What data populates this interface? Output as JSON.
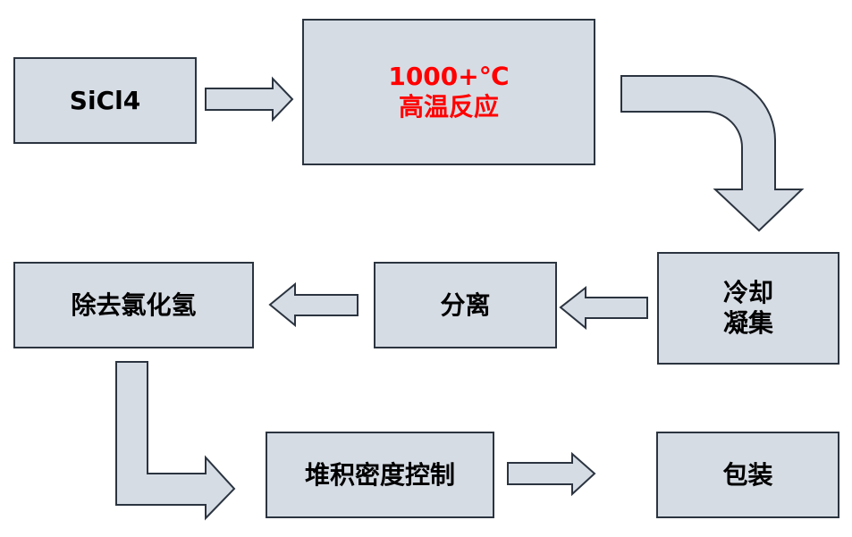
{
  "nodes": {
    "sicl4": "SiCl4",
    "reaction_temp": "1000+℃",
    "reaction_label": "高温反应",
    "cooling_line1": "冷却",
    "cooling_line2": "凝集",
    "separation": "分离",
    "remove_hcl": "除去氯化氢",
    "density_control": "堆积密度控制",
    "packaging": "包装"
  },
  "colors": {
    "box_fill": "#d6dce4",
    "border": "#2b3440",
    "highlight": "#ff0000"
  }
}
